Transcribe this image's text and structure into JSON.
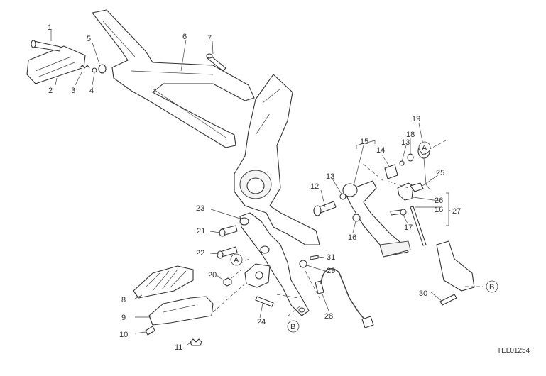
{
  "diagram": {
    "code": "TEL01254",
    "labels": [
      "1",
      "2",
      "3",
      "4",
      "5",
      "6",
      "7",
      "8",
      "9",
      "10",
      "11",
      "12",
      "13",
      "13",
      "14",
      "15",
      "16",
      "16",
      "17",
      "18",
      "19",
      "20",
      "21",
      "22",
      "23",
      "24",
      "25",
      "26",
      "27",
      "28",
      "29",
      "30",
      "31"
    ],
    "refs": {
      "a": "A",
      "b": "B"
    },
    "colors": {
      "line": "#333333",
      "background": "#ffffff"
    }
  }
}
